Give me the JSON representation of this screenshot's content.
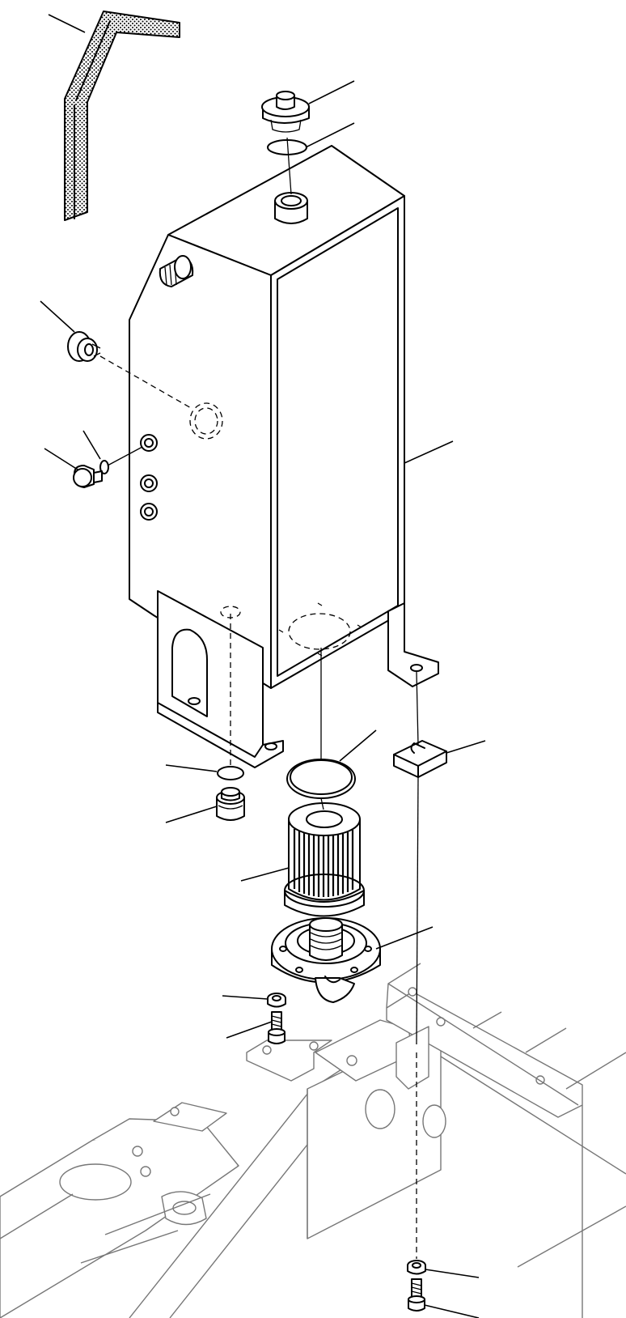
{
  "figure": {
    "kind": "exploded-view-parts-drawing",
    "labels_visible": false,
    "colors": {
      "line": "#000000",
      "background": "#ffffff",
      "frame_line": "#777777"
    }
  },
  "parts": [
    {
      "id": "hose",
      "icon": "hose-icon"
    },
    {
      "id": "filler-cap",
      "icon": "cap-icon"
    },
    {
      "id": "o-ring-top",
      "icon": "o-ring-icon"
    },
    {
      "id": "tank",
      "icon": "tank-icon"
    },
    {
      "id": "plug-large",
      "icon": "plug-icon"
    },
    {
      "id": "plug-small",
      "icon": "plug-icon"
    },
    {
      "id": "o-ring-small",
      "icon": "o-ring-icon"
    },
    {
      "id": "o-ring-drain",
      "icon": "o-ring-icon"
    },
    {
      "id": "drain-plug",
      "icon": "plug-icon"
    },
    {
      "id": "gasket",
      "icon": "gasket-icon"
    },
    {
      "id": "spacer",
      "icon": "spacer-icon"
    },
    {
      "id": "strainer",
      "icon": "strainer-icon"
    },
    {
      "id": "cover",
      "icon": "cover-icon"
    },
    {
      "id": "washer",
      "icon": "washer-icon"
    },
    {
      "id": "bolt",
      "icon": "bolt-icon"
    },
    {
      "id": "washer-lower",
      "icon": "washer-icon"
    },
    {
      "id": "bolt-lower",
      "icon": "bolt-icon"
    },
    {
      "id": "frame",
      "icon": "frame-icon"
    }
  ]
}
